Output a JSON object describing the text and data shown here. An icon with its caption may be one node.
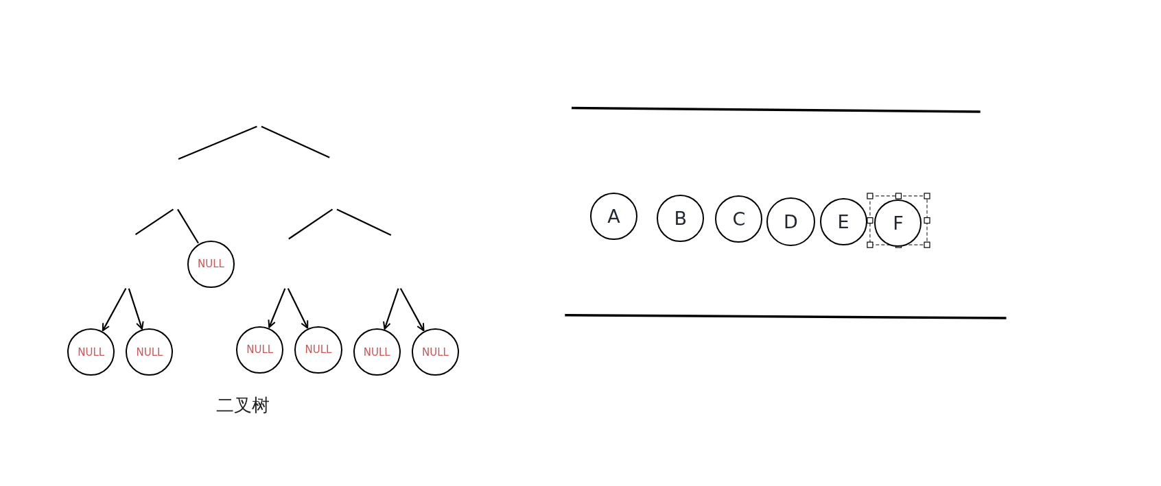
{
  "diagram": {
    "nodes": [
      {
        "text": [
          "NULL"
        ]
      },
      {
        "text": [
          "NULL"
        ]
      },
      {
        "text": [
          "NULL"
        ]
      },
      {
        "text": [
          "NULL"
        ]
      },
      {
        "text": [
          "NULL"
        ]
      },
      {
        "text": [
          "NULL"
        ]
      },
      {
        "text": [
          "NULL"
        ]
      },
      {
        "text": [
          "A"
        ]
      },
      {
        "text": [
          "B"
        ]
      },
      {
        "text": [
          "C"
        ]
      },
      {
        "text": [
          "D"
        ]
      },
      {
        "text": [
          "E"
        ]
      },
      {
        "text": [
          "F"
        ]
      }
    ],
    "edges": [
      {
        "from": null,
        "to": 0,
        "arrow": "none"
      },
      {
        "from": null,
        "to": 1,
        "arrow": "to"
      },
      {
        "from": null,
        "to": 2,
        "arrow": "to"
      },
      {
        "from": null,
        "to": 3,
        "arrow": "to"
      },
      {
        "from": null,
        "to": 4,
        "arrow": "to"
      },
      {
        "from": null,
        "to": 5,
        "arrow": "to"
      },
      {
        "from": null,
        "to": 6,
        "arrow": "to"
      }
    ],
    "labels": [
      "二叉树"
    ]
  }
}
